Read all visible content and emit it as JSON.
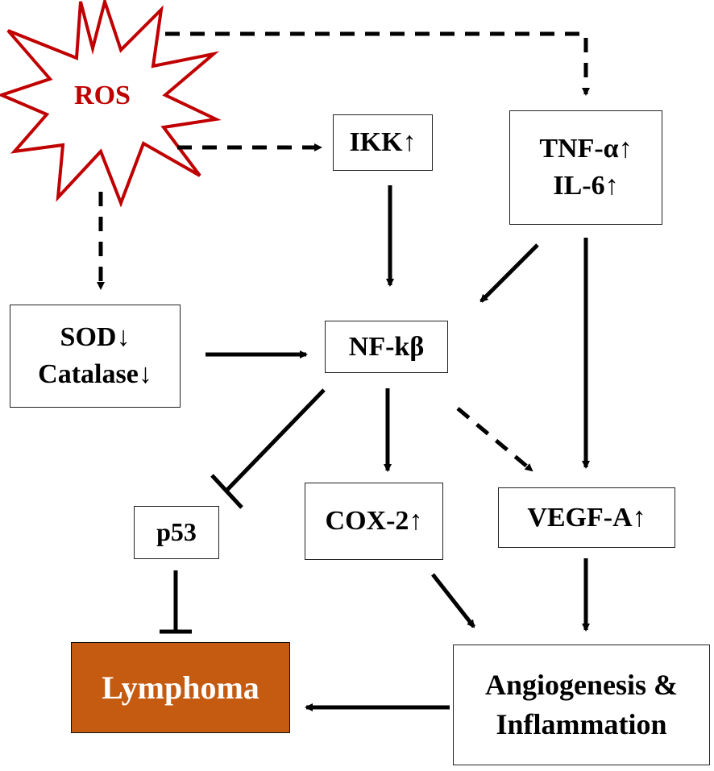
{
  "nodes": {
    "ros": {
      "label": "ROS",
      "color": "#c00000"
    },
    "ikk": {
      "label": "IKK↑"
    },
    "tnf": {
      "line1": "TNF-α↑",
      "line2": "IL-6↑"
    },
    "sod": {
      "line1": "SOD↓",
      "line2": "Catalase↓"
    },
    "nfkb": {
      "label": "NF-kβ"
    },
    "p53": {
      "label": "p53"
    },
    "cox2": {
      "label": "COX-2↑"
    },
    "vegfa": {
      "label": "VEGF-A↑"
    },
    "lymphoma": {
      "label": "Lymphoma",
      "fill": "#c55a11"
    },
    "angio": {
      "line1": "Angiogenesis &",
      "line2": "Inflammation"
    }
  },
  "edges": [
    {
      "from": "ros",
      "to": "tnf",
      "style": "dashed",
      "type": "activation"
    },
    {
      "from": "ros",
      "to": "ikk",
      "style": "dashed",
      "type": "activation"
    },
    {
      "from": "ros",
      "to": "sod",
      "style": "dashed",
      "type": "activation"
    },
    {
      "from": "ikk",
      "to": "nfkb",
      "style": "solid",
      "type": "activation"
    },
    {
      "from": "tnf",
      "to": "nfkb",
      "style": "solid",
      "type": "activation"
    },
    {
      "from": "tnf",
      "to": "vegfa",
      "style": "solid",
      "type": "activation"
    },
    {
      "from": "sod",
      "to": "nfkb",
      "style": "solid",
      "type": "activation"
    },
    {
      "from": "nfkb",
      "to": "p53",
      "style": "solid",
      "type": "inhibition"
    },
    {
      "from": "nfkb",
      "to": "cox2",
      "style": "solid",
      "type": "activation"
    },
    {
      "from": "nfkb",
      "to": "vegfa",
      "style": "dashed",
      "type": "activation"
    },
    {
      "from": "p53",
      "to": "lymphoma",
      "style": "solid",
      "type": "inhibition"
    },
    {
      "from": "cox2",
      "to": "angio",
      "style": "solid",
      "type": "activation"
    },
    {
      "from": "vegfa",
      "to": "angio",
      "style": "solid",
      "type": "activation"
    },
    {
      "from": "angio",
      "to": "lymphoma",
      "style": "solid",
      "type": "activation"
    }
  ]
}
